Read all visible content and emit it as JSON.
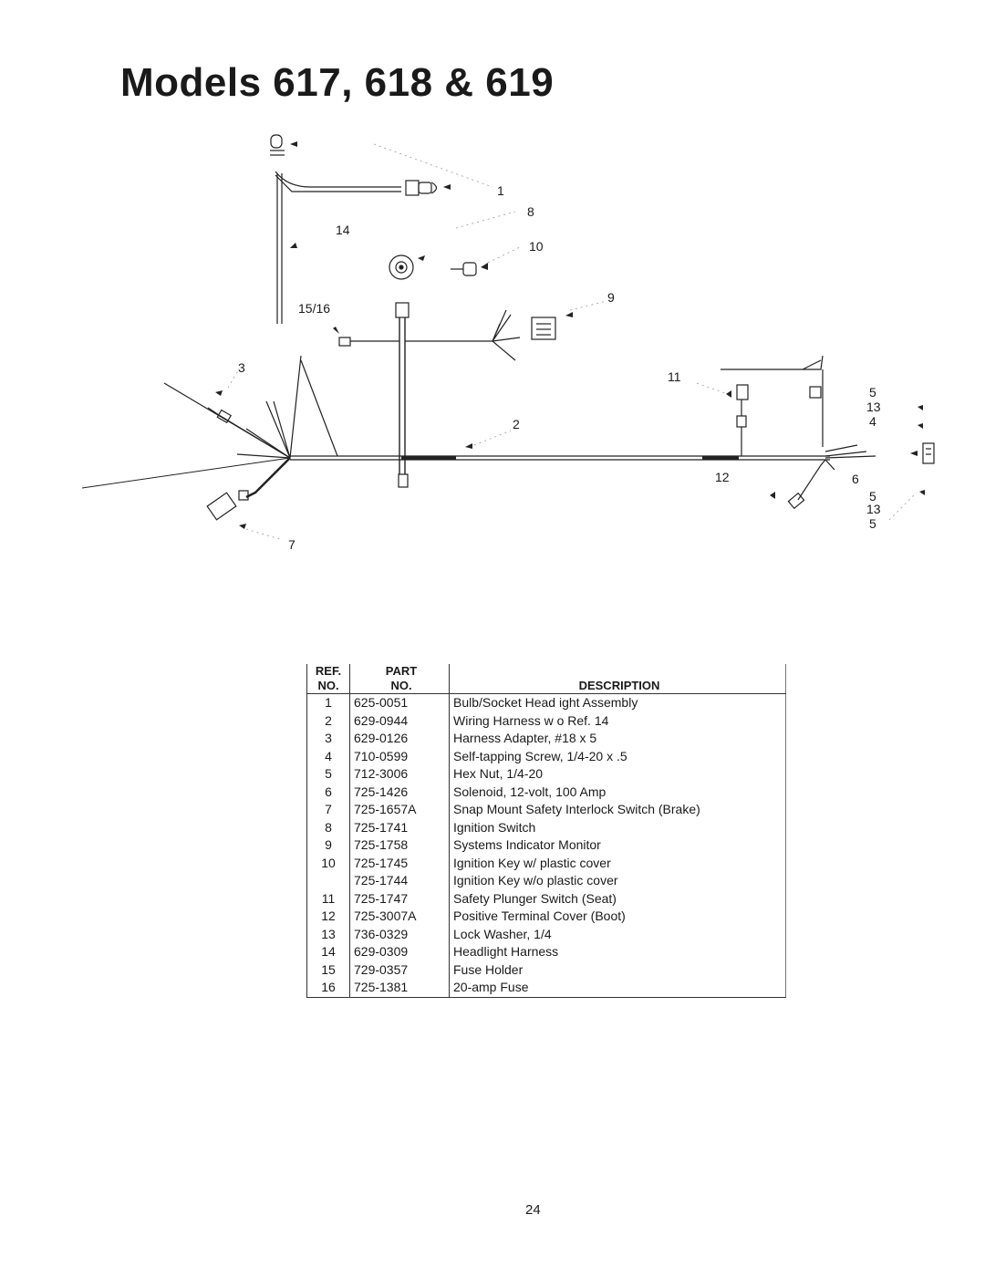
{
  "page": {
    "title": "Models 617, 618 & 619",
    "page_number": "24"
  },
  "diagram": {
    "callouts": {
      "c1": "1",
      "c8": "8",
      "c14": "14",
      "c10": "10",
      "c9": "9",
      "c1516": "15/16",
      "c3": "3",
      "c11": "11",
      "c5a": "5",
      "c13a": "13",
      "c4": "4",
      "c2": "2",
      "c12": "12",
      "c6": "6",
      "c5b": "5",
      "c13b": "13",
      "c5c": "5",
      "c7": "7"
    }
  },
  "parts_table": {
    "headers": {
      "ref_top": "REF.",
      "ref_bottom": "NO.",
      "part_top": "PART",
      "part_bottom": "NO.",
      "description": "DESCRIPTION"
    },
    "rows": [
      {
        "ref": "1",
        "part": "625-0051",
        "desc": "Bulb/Socket Head ight Assembly"
      },
      {
        "ref": "2",
        "part": "629-0944",
        "desc": "Wiring Harness w o Ref. 14"
      },
      {
        "ref": "3",
        "part": "629-0126",
        "desc": "Harness Adapter, #18 x 5"
      },
      {
        "ref": "4",
        "part": "710-0599",
        "desc": "Self-tapping Screw, 1/4-20 x .5"
      },
      {
        "ref": "5",
        "part": "712-3006",
        "desc": "Hex Nut, 1/4-20"
      },
      {
        "ref": "6",
        "part": "725-1426",
        "desc": "Solenoid, 12-volt, 100 Amp"
      },
      {
        "ref": "7",
        "part": "725-1657A",
        "desc": "Snap Mount Safety Interlock Switch (Brake)"
      },
      {
        "ref": "8",
        "part": "725-1741",
        "desc": "Ignition Switch"
      },
      {
        "ref": "9",
        "part": "725-1758",
        "desc": "Systems Indicator Monitor"
      },
      {
        "ref": "10",
        "part": "725-1745",
        "desc": "Ignition Key w/ plastic cover"
      },
      {
        "ref": "",
        "part": "725-1744",
        "desc": "Ignition Key w/o plastic cover"
      },
      {
        "ref": "11",
        "part": "725-1747",
        "desc": "Safety Plunger Switch (Seat)"
      },
      {
        "ref": "12",
        "part": "725-3007A",
        "desc": "Positive Terminal Cover (Boot)"
      },
      {
        "ref": "13",
        "part": "736-0329",
        "desc": "Lock Washer, 1/4"
      },
      {
        "ref": "14",
        "part": "629-0309",
        "desc": "Headlight Harness"
      },
      {
        "ref": "15",
        "part": "729-0357",
        "desc": "Fuse Holder"
      },
      {
        "ref": "16",
        "part": "725-1381",
        "desc": "20-amp Fuse"
      }
    ]
  }
}
